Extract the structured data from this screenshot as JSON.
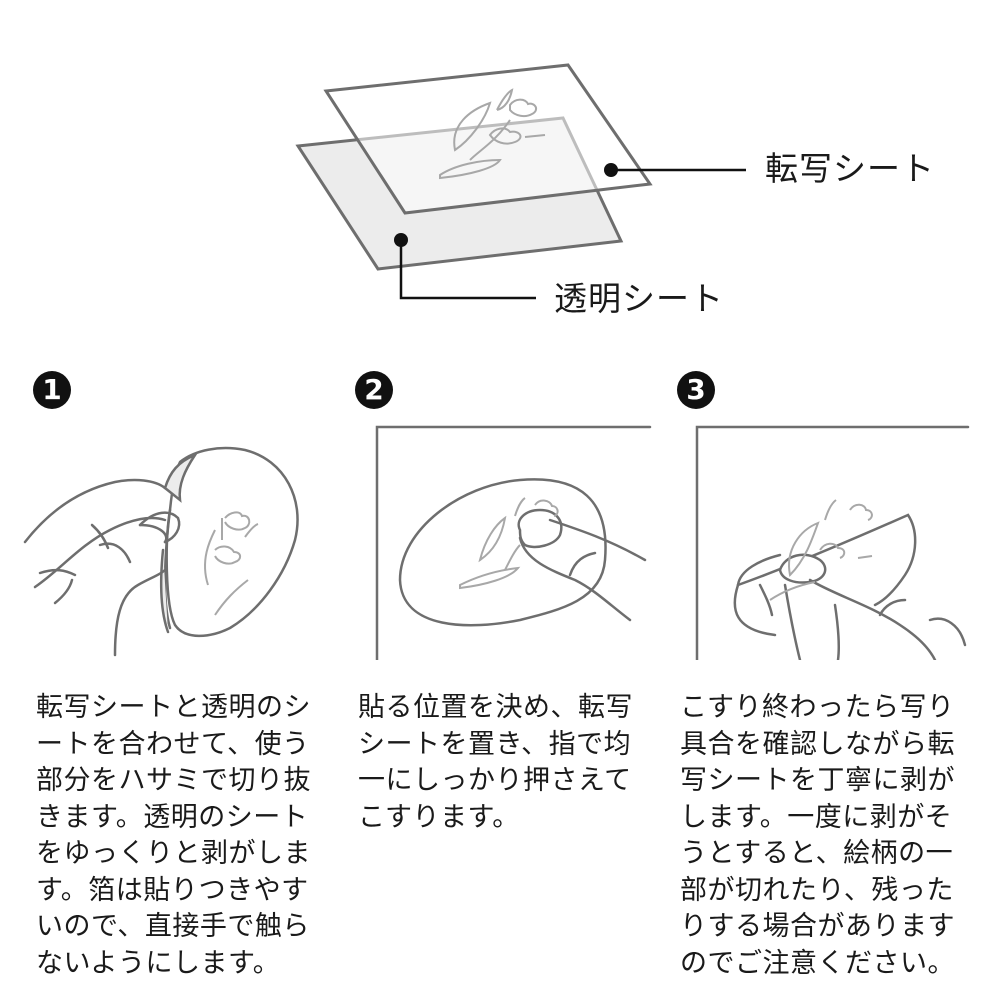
{
  "diagram": {
    "transfer_sheet_label": "転写シート",
    "clear_sheet_label": "透明シート"
  },
  "steps": [
    {
      "number": "1",
      "illustration": "hand-peeling-clear-sheet",
      "lines": [
        "転写シートと透明のシ",
        "ートを合わせて、使う",
        "部分をハサミで切り抜",
        "きます。透明のシート",
        "をゆっくりと剥がしま",
        "す。箔は貼りつきやす",
        "いので、直接手で触ら",
        "ないようにします。"
      ]
    },
    {
      "number": "2",
      "illustration": "finger-rubbing-sheet",
      "lines": [
        "貼る位置を決め、転写",
        "シートを置き、指で均",
        "一にしっかり押さえて",
        "こすります。"
      ]
    },
    {
      "number": "3",
      "illustration": "hand-peeling-transfer-sheet",
      "lines": [
        "こすり終わったら写り",
        "具合を確認しながら転",
        "写シートを丁寧に剥が",
        "します。一度に剥がそ",
        "うとすると、絵柄の一",
        "部が切れたり、残った",
        "りする場合があります",
        "のでご注意ください。"
      ]
    }
  ],
  "colors": {
    "outline": "#6e6e6e",
    "motif": "#a0a0a0",
    "clear_sheet_fill": "#ececec",
    "badge": "#111111",
    "text": "#1a1a1a"
  }
}
